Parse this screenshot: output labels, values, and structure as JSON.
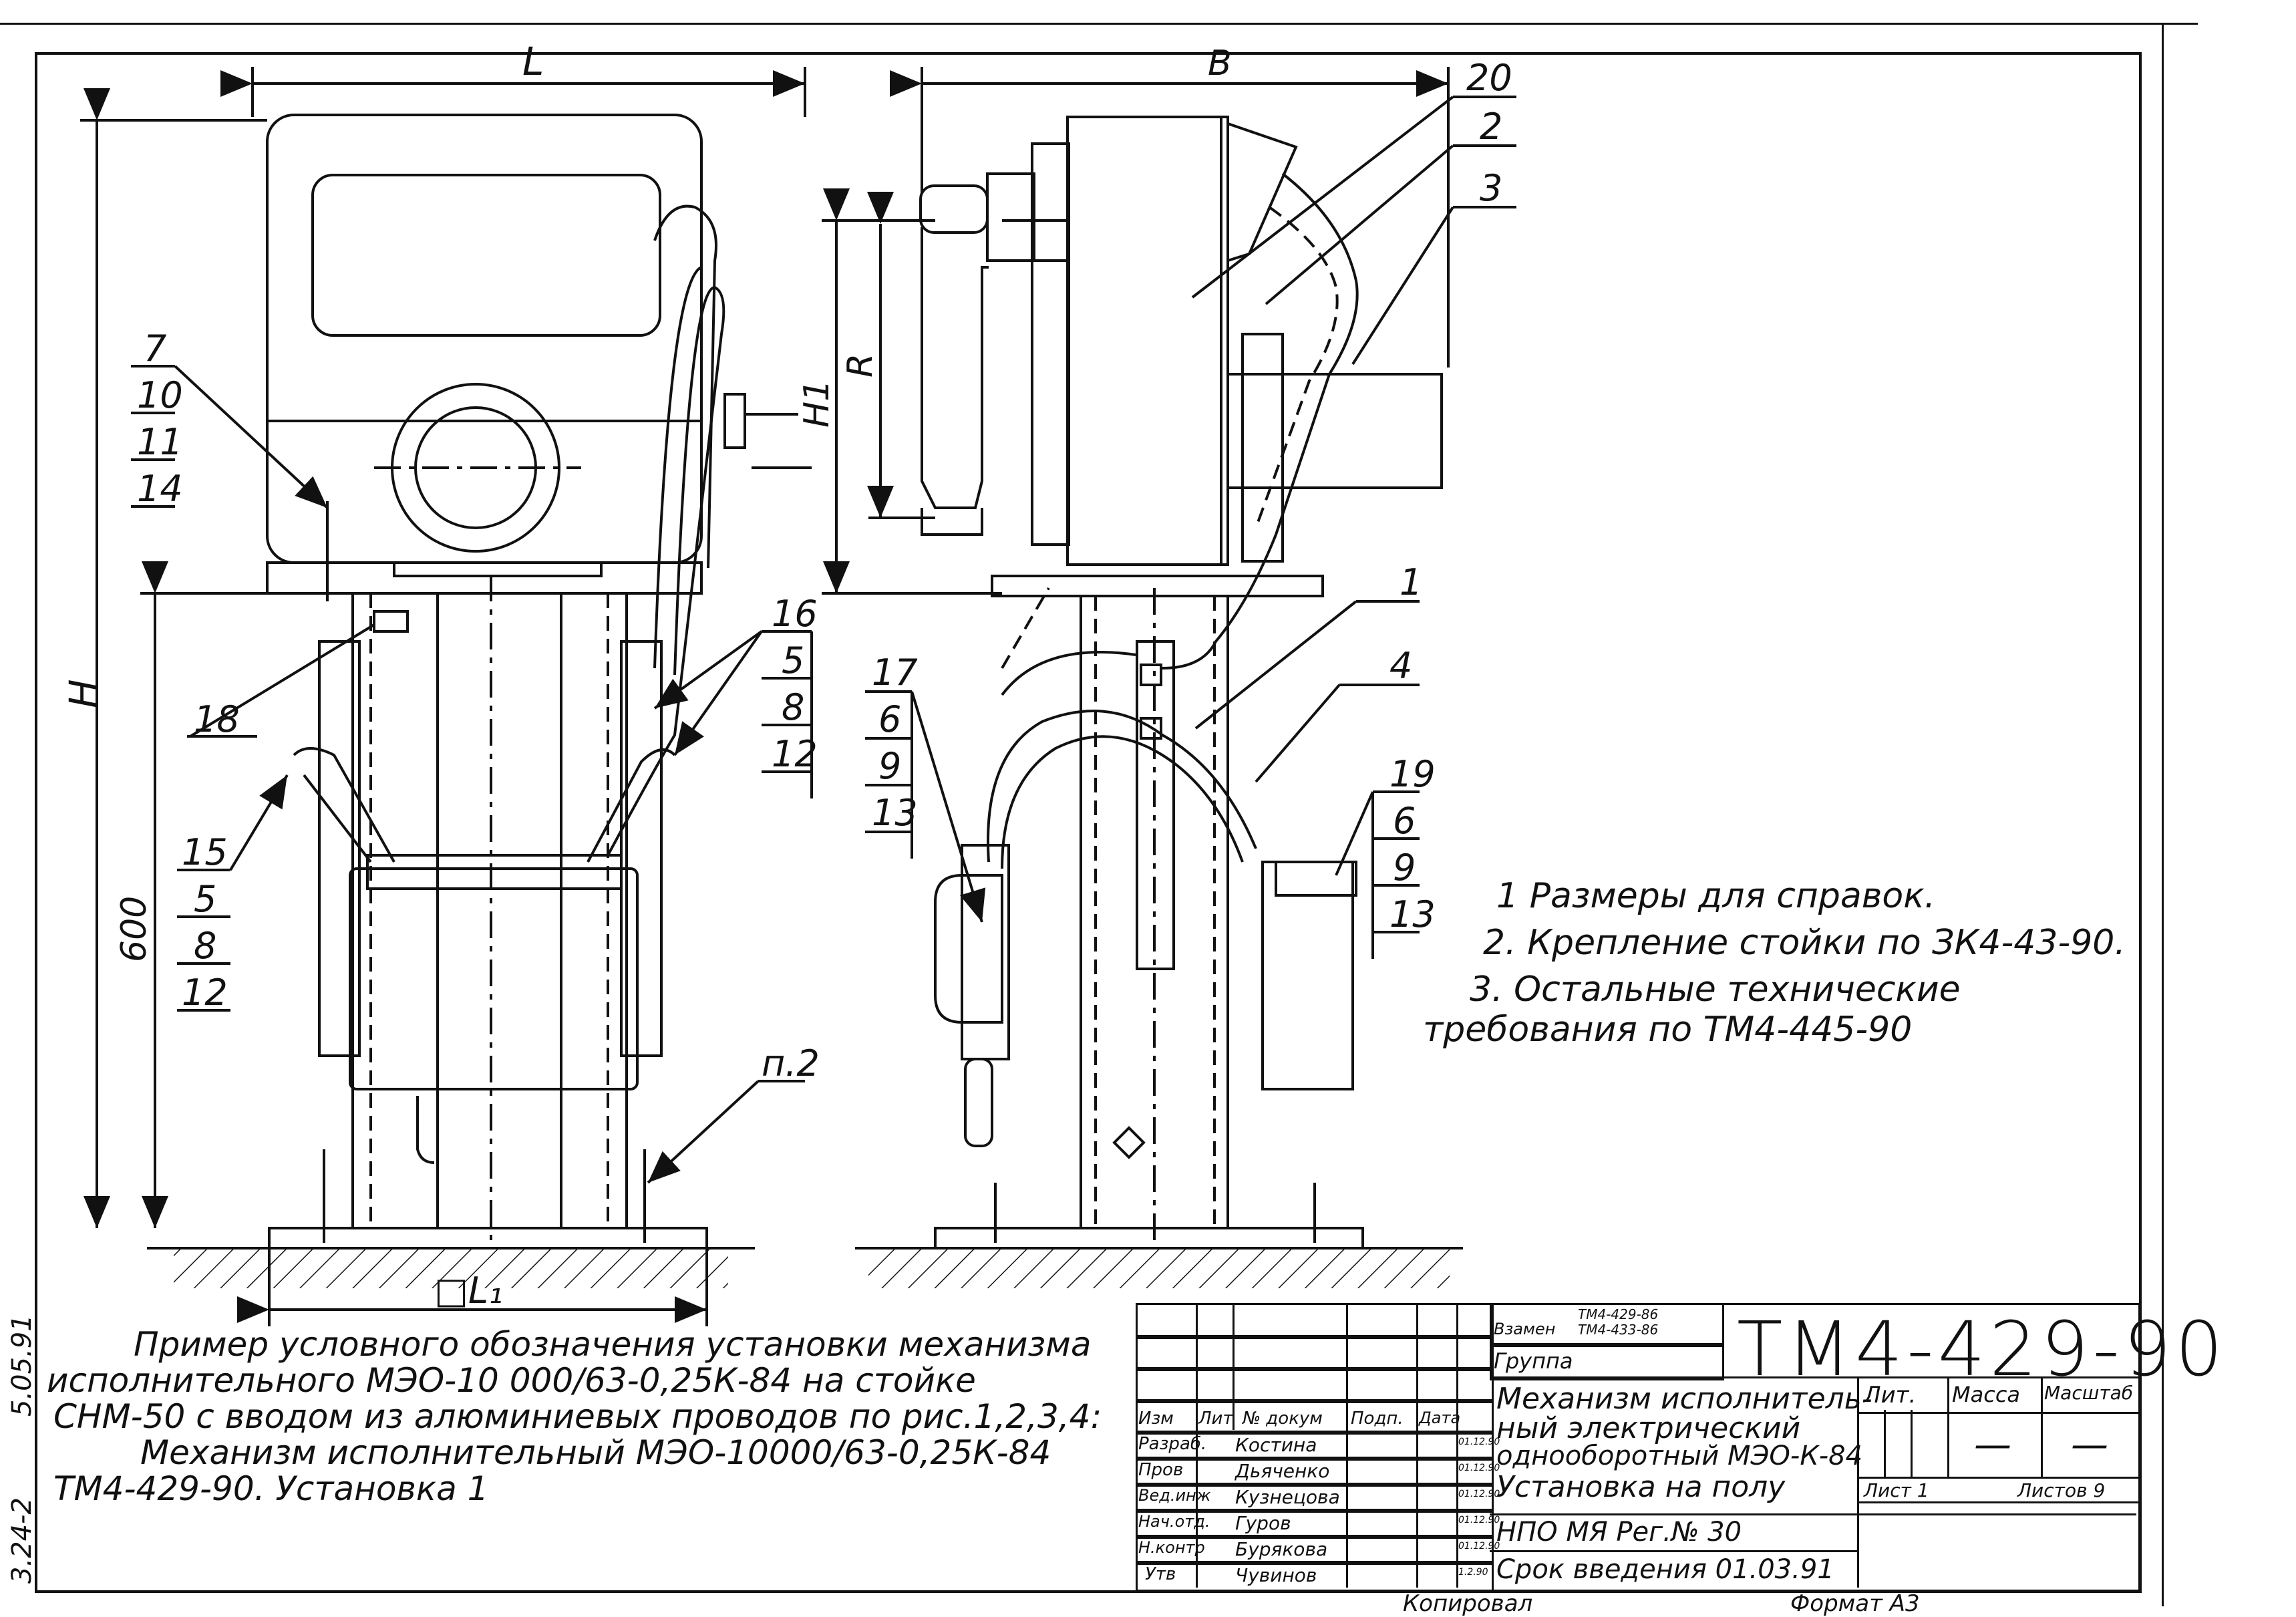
{
  "dimensions": {
    "L": "L",
    "B": "B",
    "H": "H",
    "H1": "H1",
    "R": "R",
    "height_600": "600",
    "L1": "□L₁"
  },
  "callouts_left": {
    "group_7": [
      "7",
      "10",
      "11",
      "14"
    ],
    "item_18": "18",
    "group_15": [
      "15",
      "5",
      "8",
      "12"
    ],
    "group_16": [
      "16",
      "5",
      "8",
      "12"
    ],
    "item_p2": "п.2"
  },
  "callouts_right": {
    "item_20": "20",
    "item_2": "2",
    "item_3": "3",
    "item_1": "1",
    "item_4": "4",
    "group_17": [
      "17",
      "6",
      "9",
      "13"
    ],
    "group_19": [
      "19",
      "6",
      "9",
      "13"
    ]
  },
  "notes": [
    "1 Размеры для справок.",
    "2. Крепление стойки по ЗК4-43-90.",
    "3. Остальные технические",
    "требования по ТМ4-445-90"
  ],
  "example_text": [
    "Пример условного обозначения установки механизма",
    "исполнительного МЭО-10 000/63-0,25К-84 на стойке",
    "СНМ-50 с вводом из алюминиевых проводов по рис.1,2,3,4:",
    "Механизм исполнительный МЭО-10000/63-0,25К-84",
    "ТМ4-429-90. Установка 1"
  ],
  "title_block": {
    "replaces_label": "Взамен",
    "replaces_1": "ТМ4-429-86",
    "replaces_2": "ТМ4-433-86",
    "group_label": "Группа",
    "document_code": "ТМ4-429-90",
    "title_1": "Механизм исполнитель-",
    "title_2": "ный электрический",
    "title_3": "однооборотный МЭО-К-84",
    "title_4": "Установка на полу",
    "lit_label": "Лит.",
    "mass_label": "Масса",
    "scale_label": "Масштаб",
    "mass_value": "—",
    "scale_value": "—",
    "sheet_label": "Лист 1",
    "sheets_label": "Листов 9",
    "org": "НПО МЯ Рег.№ 30",
    "term": "Срок введения 01.03.91",
    "header_cols": [
      "Изм",
      "Лит",
      "№ докум",
      "Подп.",
      "Дата"
    ],
    "rows": [
      {
        "role": "Разраб.",
        "name": "Костина",
        "date": "01.12.90"
      },
      {
        "role": "Пров",
        "name": "Дьяченко",
        "date": "01.12.90"
      },
      {
        "role": "Вед.инж",
        "name": "Кузнецова",
        "date": "01.12.90"
      },
      {
        "role": "Нач.отд.",
        "name": "Гуров",
        "date": "01.12.90"
      },
      {
        "role": "Н.контр",
        "name": "Бурякова",
        "date": "01.12.90"
      },
      {
        "role": "Утв",
        "name": "Чувинов",
        "date": "1.2.90"
      }
    ],
    "footer_left": "Копировал",
    "footer_right": "Формат А3"
  },
  "side_stamp": [
    "3.24-2",
    "5.05.91"
  ]
}
